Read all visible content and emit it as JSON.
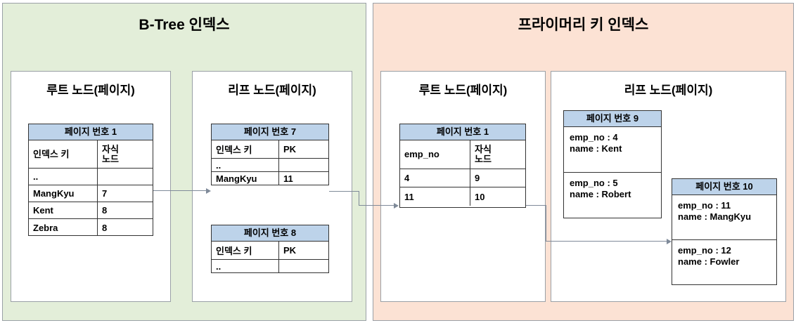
{
  "panels": {
    "btree": {
      "title": "B-Tree 인덱스",
      "color": "#e3eed9"
    },
    "pk": {
      "title": "프라이머리 키 인덱스",
      "color": "#fce2d4"
    }
  },
  "btree": {
    "root_box": {
      "title": "루트 노드(페이지)"
    },
    "leaf_box": {
      "title": "리프 노드(페이지)"
    },
    "page1": {
      "header": "페이지 번호 1",
      "columns": [
        "인덱스 키",
        "자식\n노드"
      ],
      "rows": [
        [
          "..",
          ""
        ],
        [
          "MangKyu",
          "7"
        ],
        [
          "Kent",
          "8"
        ],
        [
          "Zebra",
          "8"
        ]
      ]
    },
    "page7": {
      "header": "페이지 번호 7",
      "columns": [
        "인덱스 키",
        "PK"
      ],
      "rows": [
        [
          "..",
          ""
        ],
        [
          "MangKyu",
          "11"
        ]
      ]
    },
    "page8": {
      "header": "페이지 번호 8",
      "columns": [
        "인덱스 키",
        "PK"
      ],
      "rows": [
        [
          "..",
          ""
        ]
      ]
    }
  },
  "pk": {
    "root_box": {
      "title": "루트 노드(페이지)"
    },
    "leaf_box": {
      "title": "리프 노드(페이지)"
    },
    "page1": {
      "header": "페이지 번호 1",
      "columns": [
        "emp_no",
        "자식\n노드"
      ],
      "rows": [
        [
          "4",
          "9"
        ],
        [
          "11",
          "10"
        ]
      ]
    },
    "page9": {
      "header": "페이지 번호 9",
      "records": [
        "emp_no : 4\nname : Kent",
        "emp_no : 5\nname : Robert"
      ]
    },
    "page10": {
      "header": "페이지 번호 10",
      "records": [
        "emp_no : 11\nname : MangKyu",
        "emp_no : 12\nname : Fowler"
      ]
    }
  },
  "colors": {
    "panel_green": "#e3eed9",
    "panel_peach": "#fce2d4",
    "table_header_blue": "#bdd3ea",
    "border_gray": "#9aa0a6",
    "table_border": "#333333",
    "connector": "#7f8a99"
  }
}
